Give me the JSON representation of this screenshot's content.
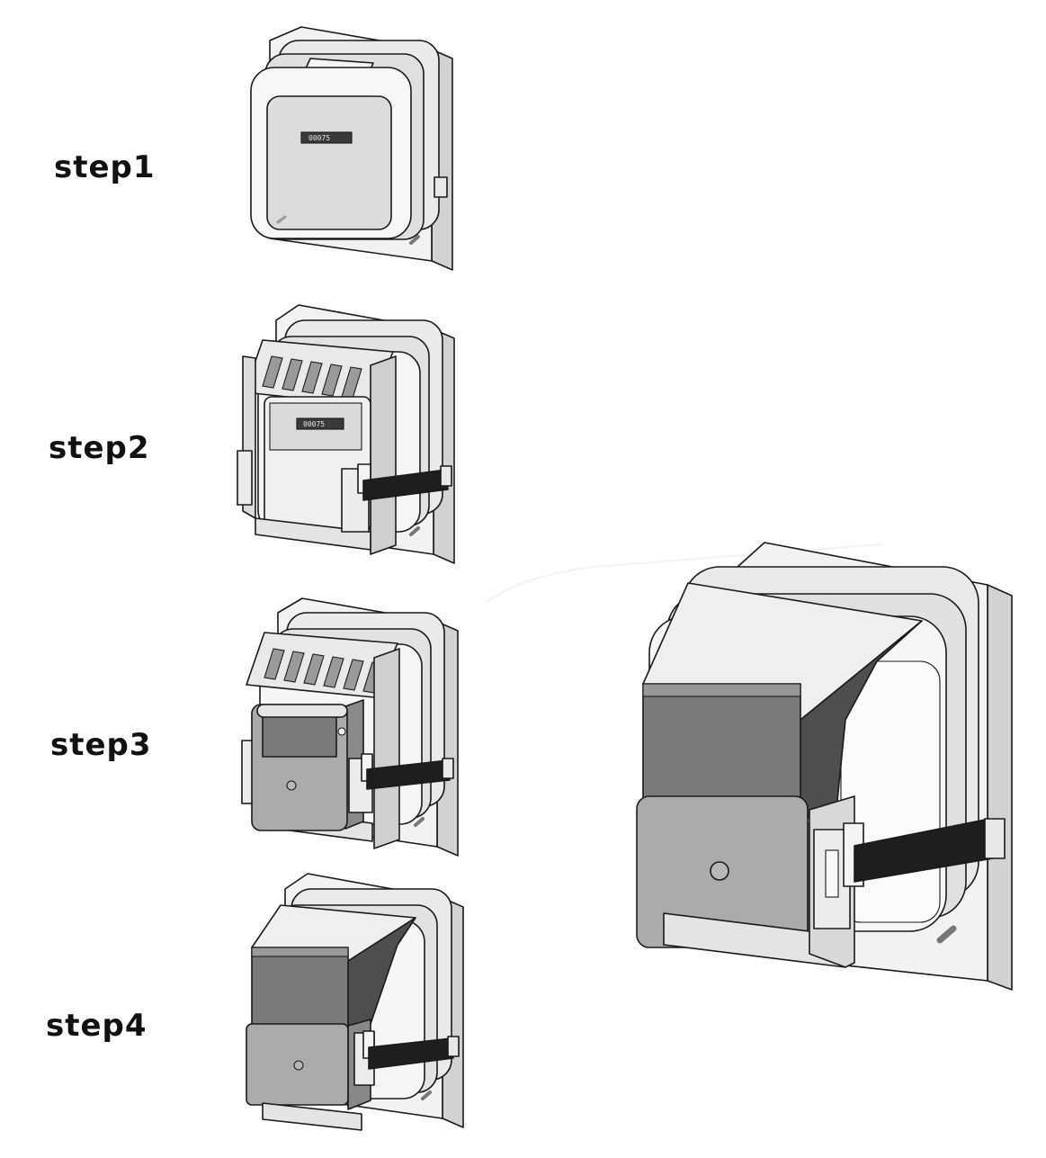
{
  "steps": [
    {
      "label": "step1",
      "counter": "00075"
    },
    {
      "label": "step2",
      "counter": "00075"
    },
    {
      "label": "step3"
    },
    {
      "label": "step4"
    }
  ],
  "colors": {
    "wall_face": "#f2f2f2",
    "wall_side": "#d2d2d2",
    "frame_light": "#e6e6e6",
    "meter_face": "#dcdcdc",
    "cover_dark": "#7a7a7a",
    "cover_mid": "#a9a9a9",
    "cover_side": "#4e4e4e",
    "strap": "#1e1e1e"
  }
}
